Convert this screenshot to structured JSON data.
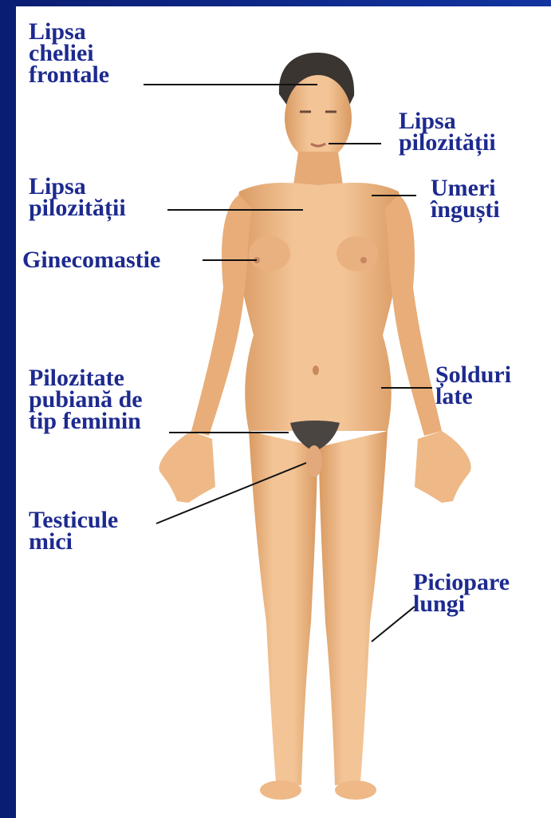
{
  "colors": {
    "frame": "#0b1f7a",
    "panel": "#ffffff",
    "label": "#1d2a8f",
    "skin": "#efbb8a",
    "skin_shadow": "#d8975f",
    "hair": "#3a3530"
  },
  "labels": {
    "lipsa_cheliei": [
      "Lipsa",
      "cheliei",
      "frontale"
    ],
    "lipsa_pilozitatii_fata": [
      "Lipsa",
      "pilozității"
    ],
    "lipsa_pilozitatii_piept": [
      "Lipsa",
      "pilozității"
    ],
    "umeri": [
      "Umeri",
      "înguști"
    ],
    "ginecomastie": [
      "Ginecomastie"
    ],
    "solduri": [
      "Șolduri",
      "late"
    ],
    "pilozitate_pubiana": [
      "Pilozitate",
      "pubiană de",
      "tip feminin"
    ],
    "testicule": [
      "Testicule",
      "mici"
    ],
    "picioare": [
      "Piciopare",
      "lungi"
    ]
  }
}
